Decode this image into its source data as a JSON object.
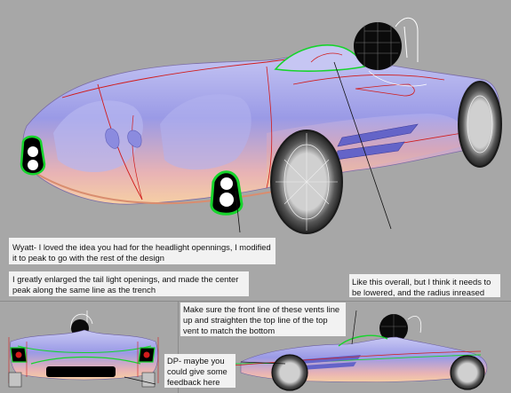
{
  "annotations": {
    "headlight_note": "Wyatt- I loved the idea you had for the headlight opennings, I modified it to peak to go with the rest of the design",
    "tail_light_note": "I greatly enlarged the tail light openings, and made the center peak along the same line as the trench",
    "overall_note": "Like this overall, but I think it needs to be lowered, and the radius inreased",
    "vents_note": "Make sure the front line of these vents line up and straighten the top line of the top vent to match the bottom",
    "feedback_note": "DP- maybe you could give some feedback here"
  },
  "colors": {
    "background": "#a7a7a7",
    "caption_panel": "#f2f2f2",
    "body_lavender": "#9a9ae6",
    "body_peach": "#f4c2a0",
    "light_green": "#17d42c",
    "accent_red": "#d11b1b"
  }
}
